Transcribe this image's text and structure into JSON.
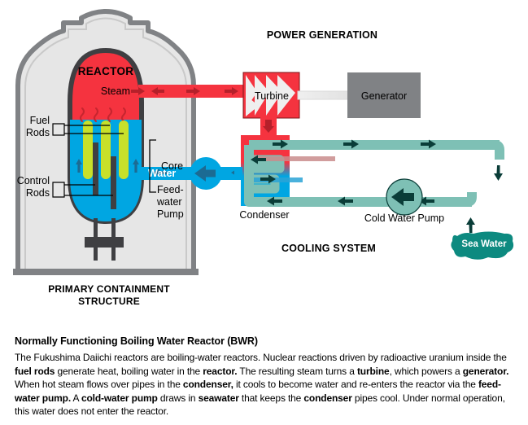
{
  "diagram": {
    "headings": {
      "power_generation": "POWER GENERATION",
      "cooling_system": "COOLING SYSTEM",
      "primary_containment_line1": "PRIMARY CONTAINMENT",
      "primary_containment_line2": "STRUCTURE"
    },
    "labels": {
      "reactor": "REACTOR",
      "steam": "Steam",
      "water": "Water",
      "core": "Core",
      "fuel_rods_line1": "Fuel",
      "fuel_rods_line2": "Rods",
      "control_rods_line1": "Control",
      "control_rods_line2": "Rods",
      "feed_water_pump_line1": "Feed-",
      "feed_water_pump_line2": "water",
      "feed_water_pump_line3": "Pump",
      "turbine": "Turbine",
      "generator": "Generator",
      "condenser": "Condenser",
      "cold_water_pump": "Cold Water Pump",
      "sea_water": "Sea Water"
    },
    "colors": {
      "steam_red": "#f5333f",
      "steam_red_arrow": "#b5202a",
      "water_blue": "#00a6e2",
      "water_blue_arrow": "#1c6b93",
      "fuel_rod_green": "#c8e02a",
      "control_rod_dark": "#3f3f42",
      "containment_wall": "#808285",
      "containment_fill": "#e6e6e6",
      "generator_gray": "#808285",
      "turbine_blade_white": "#efefef",
      "coolant_teal": "#7ec0b5",
      "coolant_teal_dark": "#0d8a80",
      "coolant_arrow": "#0a3d38",
      "sea_water_teal": "#0d8a80"
    }
  },
  "caption": {
    "title": "Normally Functioning Boiling Water Reactor (BWR)",
    "segments": [
      {
        "t": "The Fukushima Daiichi reactors are boiling-water reactors. Nuclear reactions driven by radioactive uranium inside the ",
        "b": false
      },
      {
        "t": "fuel rods",
        "b": true
      },
      {
        "t": " generate heat, boiling water in the ",
        "b": false
      },
      {
        "t": "reactor.",
        "b": true
      },
      {
        "t": " The resulting steam turns a ",
        "b": false
      },
      {
        "t": "turbine",
        "b": true
      },
      {
        "t": ", which powers a ",
        "b": false
      },
      {
        "t": "generator.",
        "b": true
      },
      {
        "t": "  When hot steam flows over pipes in the ",
        "b": false
      },
      {
        "t": "condenser,",
        "b": true
      },
      {
        "t": " it cools to become water and re-enters the reactor via the ",
        "b": false
      },
      {
        "t": "feed-water pump.",
        "b": true
      },
      {
        "t": " A ",
        "b": false
      },
      {
        "t": "cold-water pump",
        "b": true
      },
      {
        "t": " draws in ",
        "b": false
      },
      {
        "t": "seawater",
        "b": true
      },
      {
        "t": " that keeps the ",
        "b": false
      },
      {
        "t": "condenser",
        "b": true
      },
      {
        "t": " pipes cool. Under normal operation, this water does not enter the reactor.",
        "b": false
      }
    ]
  }
}
